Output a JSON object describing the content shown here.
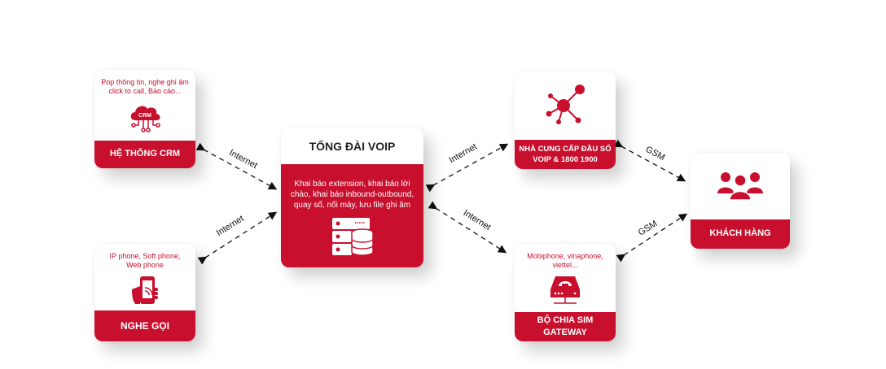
{
  "center": {
    "title": "TỔNG ĐÀI VOIP",
    "description": "Khai báo extension, khai báo lời chào, khai báo inbound-outbound, quay số, nối máy, lưu file ghi âm",
    "icon": "server-database-icon"
  },
  "nodes": {
    "crm": {
      "label": "HỆ THỐNG CRM",
      "description": "Pop thông tin, nghe ghi âm click to call, Báo cáo...",
      "icon": "crm-cloud-icon",
      "icon_text": "CRM"
    },
    "call": {
      "label": "NGHE GỌI",
      "description": "IP phone, Soft phone, Web phone",
      "icon": "hand-phone-icon"
    },
    "provider": {
      "label": "NHÀ CUNG CẤP ĐẦU SỐ VOIP & 1800 1900",
      "description": "",
      "icon": "network-nodes-icon"
    },
    "gateway": {
      "label": "BỘ CHIA SIM GATEWAY",
      "description": "Mobiphone, vinaphone, viettel...",
      "icon": "gateway-phone-icon"
    },
    "customer": {
      "label": "KHÁCH HÀNG",
      "description": "",
      "icon": "users-group-icon"
    }
  },
  "connections": [
    {
      "from": "crm",
      "to": "center",
      "label": "Internet"
    },
    {
      "from": "call",
      "to": "center",
      "label": "Internet"
    },
    {
      "from": "center",
      "to": "provider",
      "label": "Internet"
    },
    {
      "from": "center",
      "to": "gateway",
      "label": "Internet"
    },
    {
      "from": "provider",
      "to": "customer",
      "label": "GSM"
    },
    {
      "from": "gateway",
      "to": "customer",
      "label": "GSM"
    }
  ],
  "colors": {
    "accent": "#c8102e",
    "text": "#222222",
    "background": "#ffffff"
  }
}
